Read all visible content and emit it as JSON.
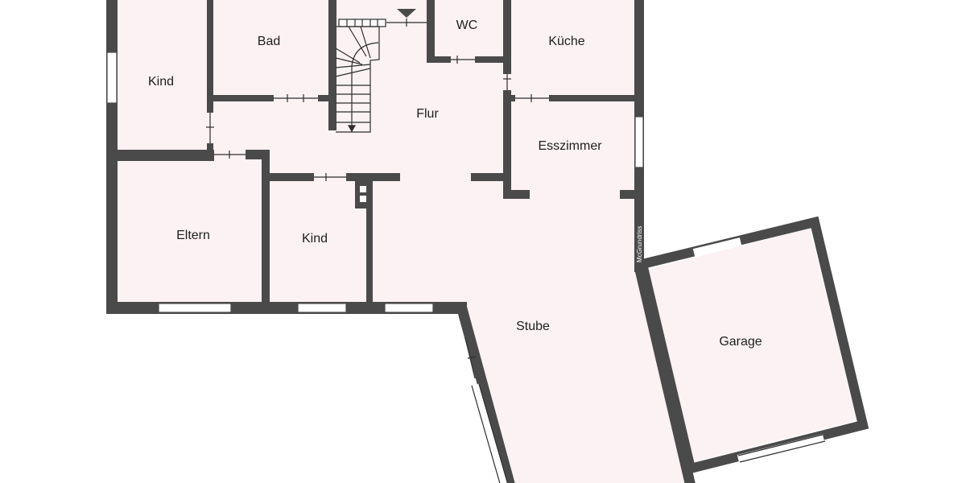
{
  "plan": {
    "rooms": {
      "kind_top": "Kind",
      "bad": "Bad",
      "wc": "WC",
      "kueche": "Küche",
      "flur": "Flur",
      "esszimmer": "Esszimmer",
      "eltern": "Eltern",
      "kind_mid": "Kind",
      "stube": "Stube",
      "garage": "Garage"
    },
    "watermark": "McGrundriss",
    "colors": {
      "wall": "#4a4a4a",
      "floor": "#fcf1f3",
      "background": "#ffffff"
    }
  }
}
